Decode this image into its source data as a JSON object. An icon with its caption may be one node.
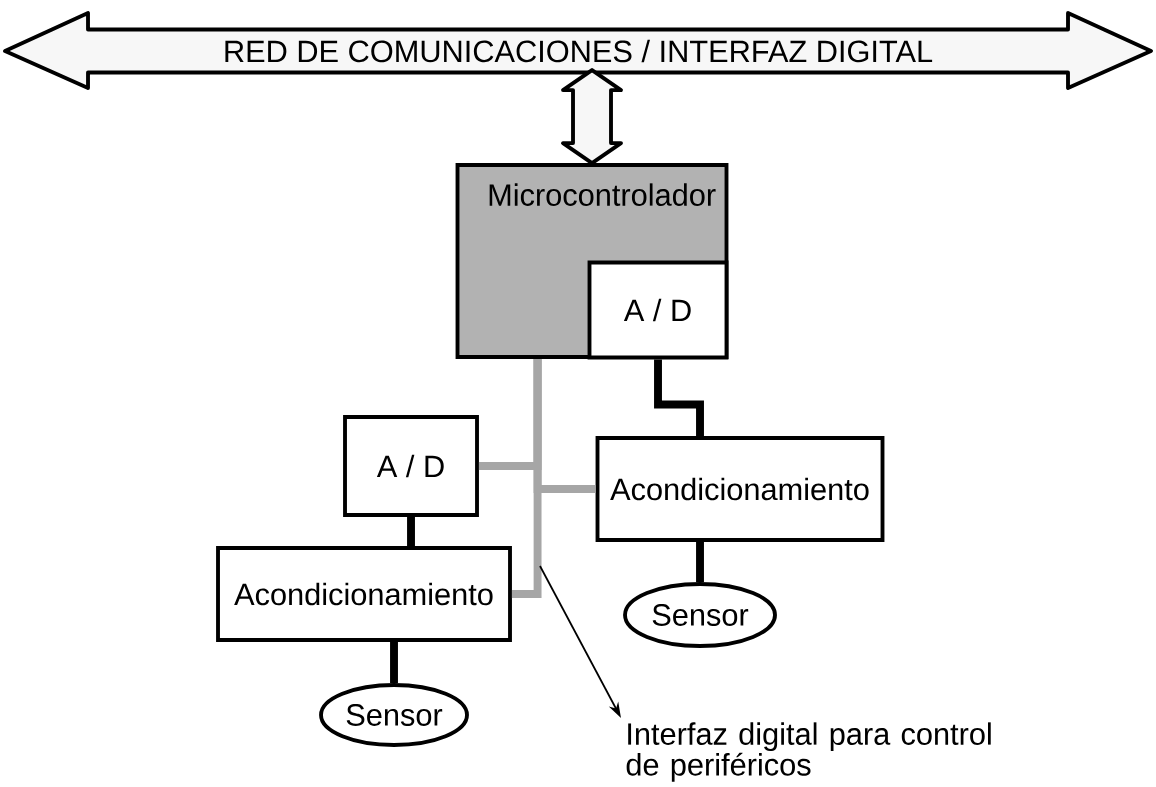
{
  "diagram": {
    "nodes": [
      {
        "text": [
          "RED DE COMUNICACIONES / INTERFAZ DIGITAL"
        ]
      },
      {
        "text": [
          "Microcontrolador"
        ]
      },
      {
        "text": [
          "A / D"
        ],
        "in": 1
      },
      {
        "text": [
          "A / D"
        ]
      },
      {
        "text": [
          "Acondicionamiento"
        ]
      },
      {
        "text": [
          "Acondicionamiento"
        ]
      },
      {
        "text": [
          "Sensor"
        ]
      },
      {
        "text": [
          "Sensor"
        ]
      },
      {
        "text": [
          "Interfaz digital para control de periféricos"
        ]
      }
    ],
    "edges": [
      {
        "from": 0,
        "to": 1,
        "arrow": "both"
      },
      {
        "from": 1,
        "to": 3,
        "arrow": "none",
        "color": "#a6a6a6"
      },
      {
        "from": 1,
        "to": 4,
        "arrow": "none",
        "color": "#a6a6a6"
      },
      {
        "from": 1,
        "to": 5,
        "arrow": "none",
        "color": "#a6a6a6"
      },
      {
        "from": 2,
        "to": 4,
        "arrow": "none"
      },
      {
        "from": 3,
        "to": 5,
        "arrow": "none"
      },
      {
        "from": 4,
        "to": 6,
        "arrow": "none"
      },
      {
        "from": 5,
        "to": 7,
        "arrow": "none"
      },
      {
        "from": null,
        "to": 8,
        "arrow": "to"
      }
    ]
  }
}
